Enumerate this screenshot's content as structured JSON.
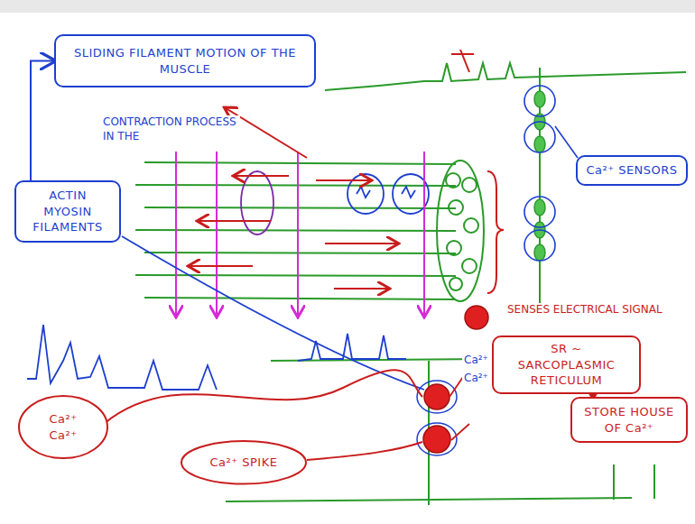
{
  "diagram": {
    "nodes": [
      {
        "text": [
          "SLIDING FILAMENT MOTION OF THE MUSCLE"
        ]
      },
      {
        "text": [
          "ACTIN MYOSIN FILAMENTS"
        ]
      },
      {
        "text": [
          "Ca²⁺ SENSORS"
        ]
      },
      {
        "text": [
          "SR ~ SARCOPLASMIC RETICULUM"
        ]
      },
      {
        "text": [
          "STORE HOUSE OF Ca²⁺"
        ]
      },
      {
        "text": [
          "Ca²⁺",
          "Ca²⁺"
        ]
      },
      {
        "text": [
          "Ca²⁺ SPIKE"
        ]
      }
    ],
    "edges": [
      {
        "from": 1,
        "to": 0,
        "arrow": "to"
      },
      {
        "from": 3,
        "to": 4,
        "arrow": "to"
      }
    ],
    "labels": [
      "CONTRACTION PROCESS IN THE",
      "SENSES ELECTRICAL SIGNAL",
      "Ca²⁺",
      "Ca²⁺"
    ]
  }
}
